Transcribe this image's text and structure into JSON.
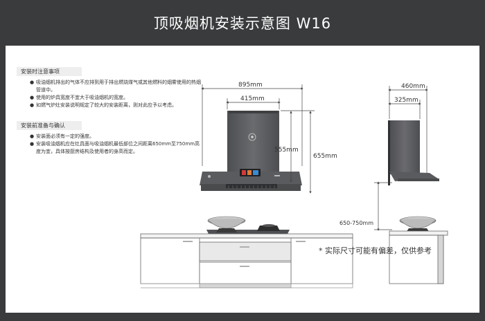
{
  "title": "顶吸烟机安装示意图 W16",
  "notes_section": {
    "heading": "安装时注意事项",
    "items": [
      "吸油烟机排出的气体不应排到用于排出燃烧煤气或其他燃料的烟雾使用的热烟管道中。",
      "使用的炉具宽度不宜大于吸油烟机的宽度。",
      "如燃气炉灶安装说明规定了较大的安装距离，则对此应予以考虑。"
    ]
  },
  "prep_section": {
    "heading": "安装前准备与确认",
    "items": [
      "安装面必须有一定的强度。",
      "安装吸油烟机应在灶具面与吸油烟机最低部位之间距离650mm至750mm高度为宜，具体按厨房结构及使用者的身高而定。"
    ]
  },
  "dimensions": {
    "front_total_width": "895mm",
    "front_upper_width": "415mm",
    "upper_height": "555mm",
    "total_height": "655mm",
    "side_total_depth": "460mm",
    "side_upper_depth": "325mm",
    "install_height": "650-750mm"
  },
  "disclaimer": "* 实际尺寸可能有偏差，仅供参考",
  "colors": {
    "header_bg": "#3a3b3d",
    "hood_body": "#5c5d60",
    "hood_dark": "#48494b",
    "cabinet_line": "#666666",
    "accent_red": "#d23a3a"
  }
}
